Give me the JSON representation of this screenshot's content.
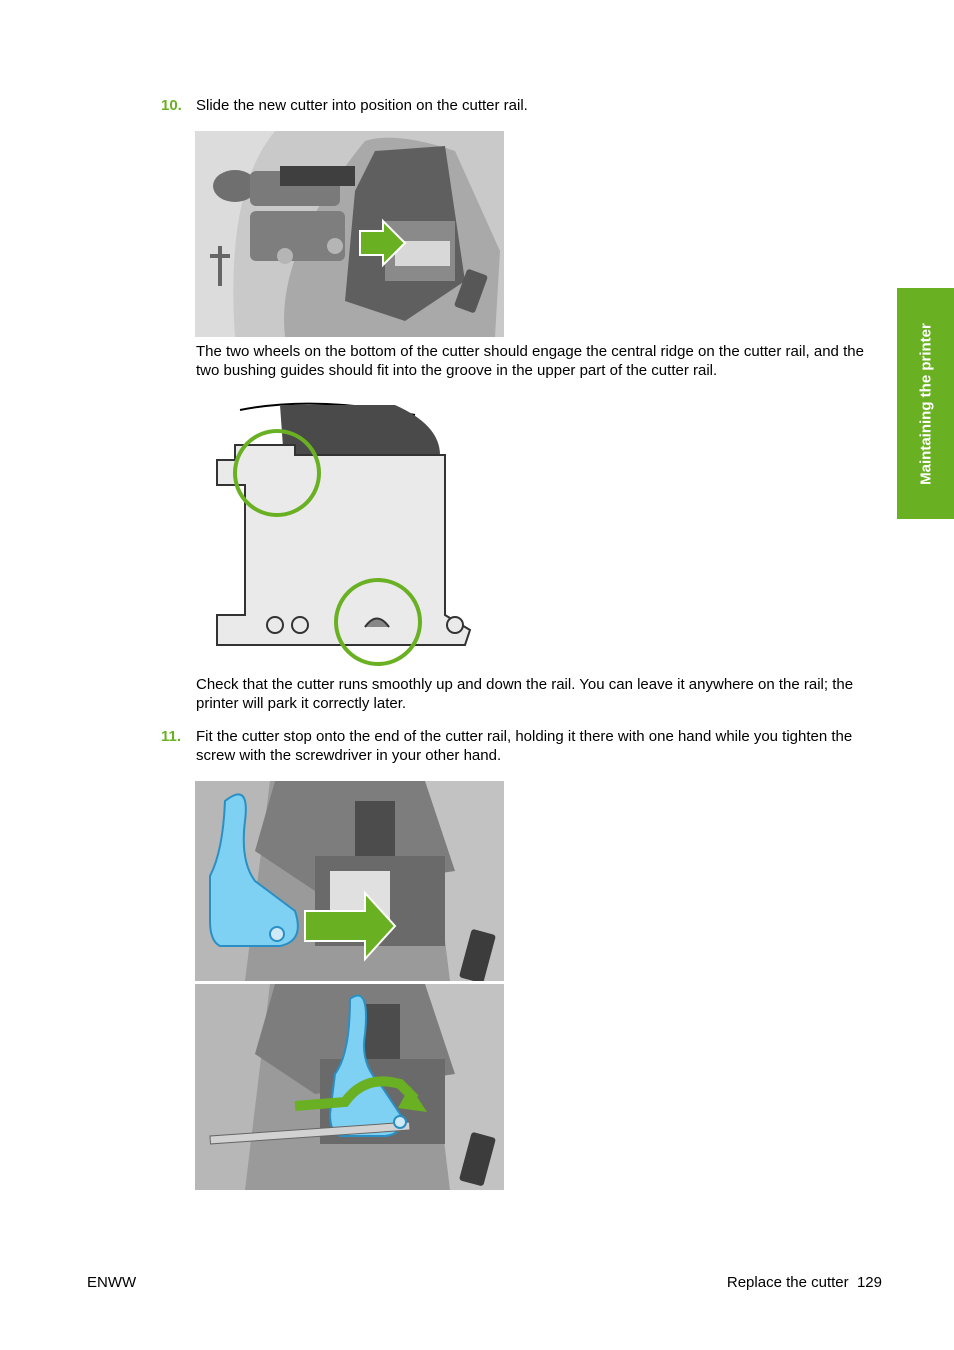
{
  "steps": [
    {
      "number": "10.",
      "text": "Slide the new cutter into position on the cutter rail."
    },
    {
      "number": "11.",
      "text": "Fit the cutter stop onto the end of the cutter rail, holding it there with one hand while you tighten the screw with the screwdriver in your other hand."
    }
  ],
  "paragraphs": [
    "The two wheels on the bottom of the cutter should engage the central ridge on the cutter rail, and the two bushing guides should fit into the groove in the upper part of the cutter rail.",
    "Check that the cutter runs smoothly up and down the rail. You can leave it anywhere on the rail; the printer will park it correctly later."
  ],
  "side_tab": "Maintaining the printer",
  "footer": {
    "left": "ENWW",
    "section": "Replace the cutter",
    "page": "129"
  },
  "colors": {
    "accent": "#6ab023",
    "cutter_stop_blue": "#5cc3ee",
    "photo_gray": "#9a9a9a"
  }
}
